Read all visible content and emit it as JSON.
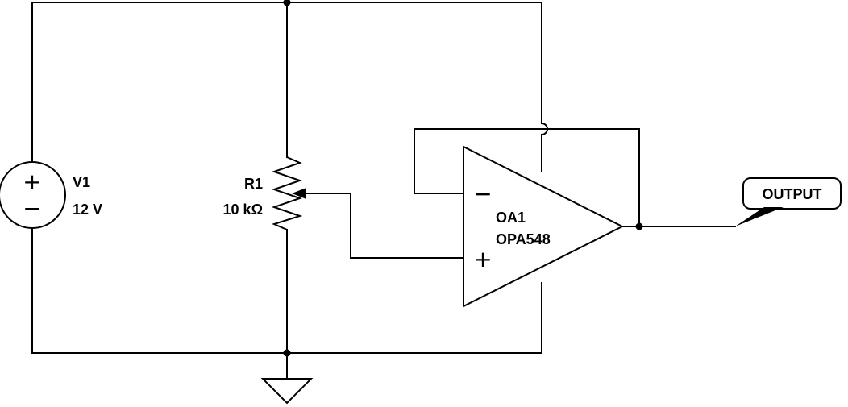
{
  "components": {
    "voltage_source": {
      "designator": "V1",
      "value": "12 V",
      "plus_symbol": "+",
      "minus_symbol": "−"
    },
    "potentiometer": {
      "designator": "R1",
      "value": "10 kΩ"
    },
    "op_amp": {
      "designator": "OA1",
      "part": "OPA548",
      "inverting_symbol": "−",
      "noninverting_symbol": "+"
    }
  },
  "net_label": {
    "text": "OUTPUT"
  },
  "colors": {
    "wire": "#000000",
    "background": "#ffffff",
    "text": "#000000"
  }
}
